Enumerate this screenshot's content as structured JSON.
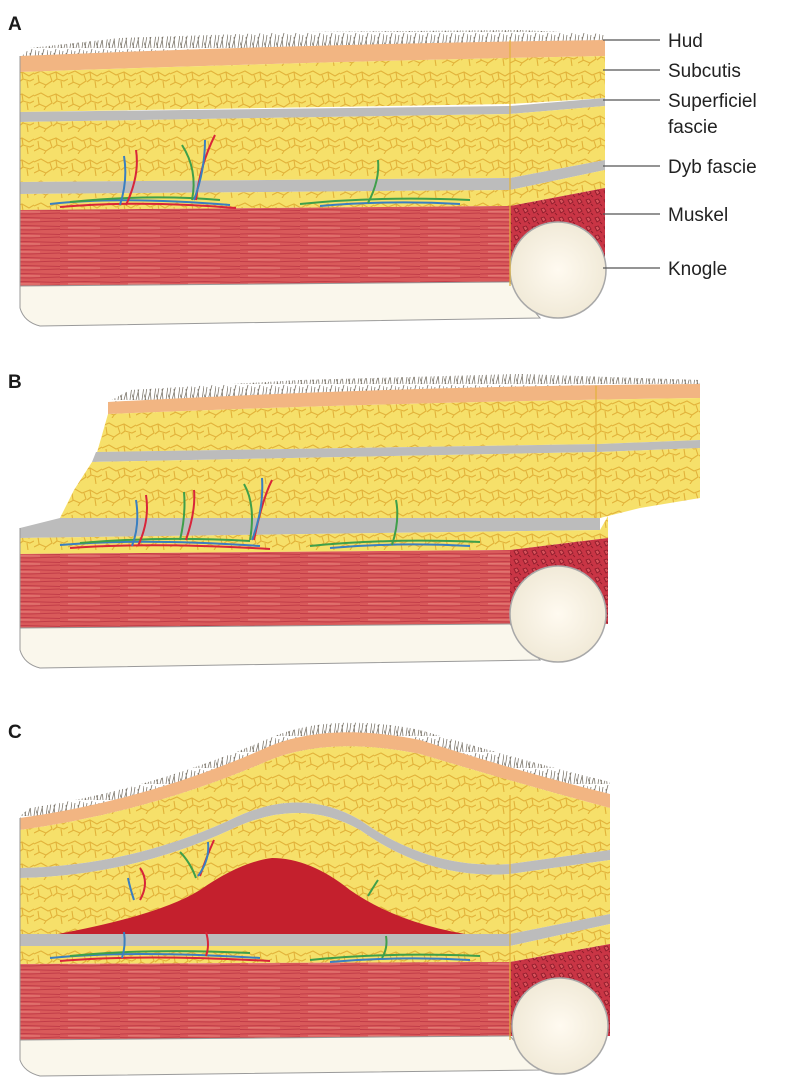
{
  "panels": [
    {
      "letter": "A"
    },
    {
      "letter": "B"
    },
    {
      "letter": "C"
    }
  ],
  "labels": {
    "hud": "Hud",
    "subcutis": "Subcutis",
    "superficiel_1": "Superficiel",
    "superficiel_2": "fascie",
    "dyb_fascie": "Dyb fascie",
    "muskel": "Muskel",
    "knogle": "Knogle"
  },
  "colors": {
    "hair": "#8a8478",
    "skin": "#f2b582",
    "fat": "#f6e06a",
    "fat_lines": "#e3b640",
    "fascia": "#bcbcbc",
    "muscle": "#d95a5a",
    "muscle_dark": "#b8263a",
    "bone": "#faf7ec",
    "hematoma": "#c4202d",
    "vessel_red": "#d8253a",
    "vessel_blue": "#3a7fc0",
    "vessel_green": "#3f9f4a"
  }
}
